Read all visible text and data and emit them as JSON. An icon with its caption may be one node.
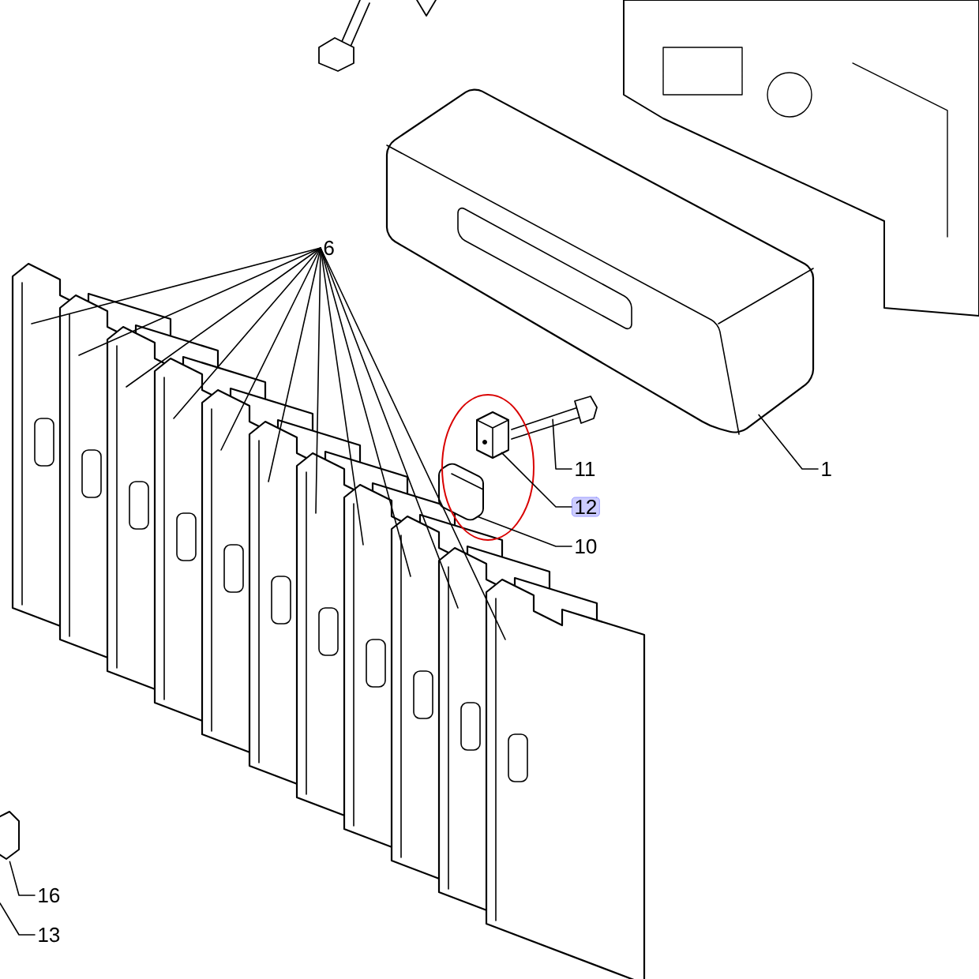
{
  "diagram": {
    "nodes": [
      {
        "text": [
          "6"
        ]
      },
      {
        "text": [
          "11"
        ]
      },
      {
        "text": [
          "12"
        ]
      },
      {
        "text": [
          "10"
        ]
      },
      {
        "text": [
          "1"
        ]
      },
      {
        "text": [
          "16"
        ]
      },
      {
        "text": [
          "13"
        ]
      },
      {
        "text": [],
        "shape": "picture"
      },
      {
        "text": [],
        "shape": "picture"
      },
      {
        "text": [],
        "shape": "picture"
      },
      {
        "text": [],
        "shape": "picture"
      },
      {
        "text": [],
        "shape": "picture"
      }
    ],
    "edges": [
      {
        "from": 0,
        "to": null,
        "arrow": "none"
      },
      {
        "from": 0,
        "to": null,
        "arrow": "none"
      },
      {
        "from": 0,
        "to": null,
        "arrow": "none"
      },
      {
        "from": 0,
        "to": null,
        "arrow": "none"
      },
      {
        "from": 0,
        "to": null,
        "arrow": "none"
      },
      {
        "from": 0,
        "to": null,
        "arrow": "none"
      },
      {
        "from": 0,
        "to": null,
        "arrow": "none"
      },
      {
        "from": 0,
        "to": null,
        "arrow": "none"
      },
      {
        "from": 0,
        "to": null,
        "arrow": "none"
      },
      {
        "from": 0,
        "to": null,
        "arrow": "none"
      },
      {
        "from": 0,
        "to": null,
        "arrow": "none"
      },
      {
        "from": 1,
        "to": 7,
        "arrow": "none"
      },
      {
        "from": 2,
        "to": 8,
        "arrow": "none"
      },
      {
        "from": 3,
        "to": 9,
        "arrow": "none"
      },
      {
        "from": 4,
        "to": 10,
        "arrow": "none"
      },
      {
        "from": 5,
        "to": 11,
        "arrow": "none"
      },
      {
        "from": 6,
        "to": null,
        "arrow": "none"
      }
    ]
  }
}
